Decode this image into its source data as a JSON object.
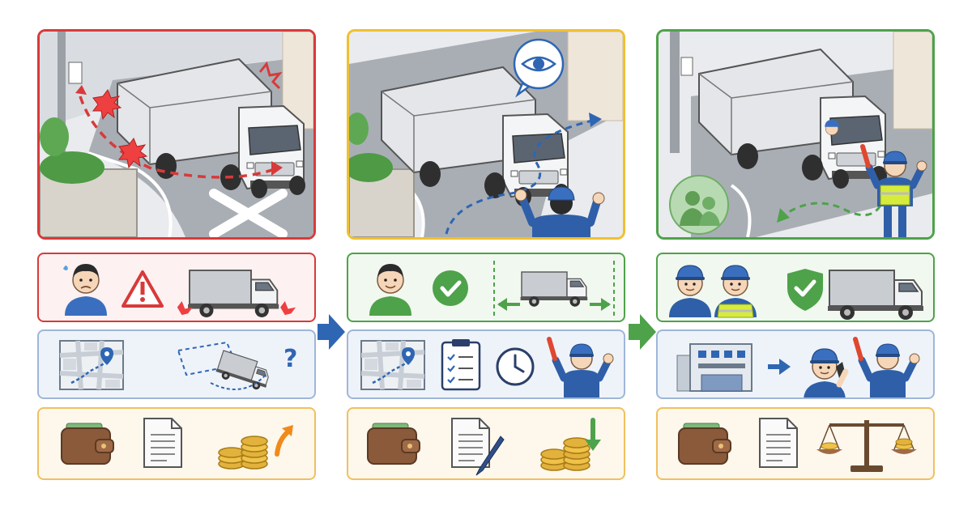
{
  "colors": {
    "red": "#d83a3a",
    "yellow": "#f0c030",
    "green": "#4ea24a",
    "blue_frame": "#9fb6d8",
    "orange_frame": "#f0c060",
    "red_tint": "#fdf1f1",
    "green_tint": "#f1f8ef",
    "blue_tint": "#eef3fa",
    "orange_tint": "#fdf7ec",
    "arrow_blue": "#2f66b3",
    "arrow_green": "#4ea24a"
  },
  "panels": [
    {
      "state": "risky",
      "scene_icons": [
        "collision-burst-icon",
        "cross-mark-icon"
      ],
      "row1_icons": [
        "worried-person-icon",
        "warning-triangle-icon",
        "truck-collision-icon"
      ],
      "row2_icons": [
        "map-pin-icon",
        "lost-truck-icon",
        "question-mark-icon"
      ],
      "row2_mark": "?",
      "row3_icons": [
        "wallet-icon",
        "document-icon",
        "coins-up-icon"
      ]
    },
    {
      "state": "checked",
      "scene_icons": [
        "eye-speech-icon",
        "waving-guide-icon"
      ],
      "row1_icons": [
        "smiling-person-icon",
        "check-circle-icon",
        "truck-clearance-icon"
      ],
      "row2_icons": [
        "map-route-icon",
        "checklist-icon",
        "clock-icon",
        "guide-with-baton-icon"
      ],
      "row3_icons": [
        "wallet-icon",
        "document-pen-icon",
        "coins-down-icon"
      ]
    },
    {
      "state": "safe",
      "scene_icons": [
        "guide-with-baton-icon",
        "person-silhouette-icon"
      ],
      "row1_icons": [
        "two-workers-icon",
        "shield-check-icon",
        "truck-icon"
      ],
      "row2_icons": [
        "office-building-icon",
        "arrow-right-icon",
        "phone-worker-icon",
        "guide-with-baton-icon"
      ],
      "row3_icons": [
        "wallet-icon",
        "document-icon",
        "balance-scale-icon"
      ]
    }
  ]
}
